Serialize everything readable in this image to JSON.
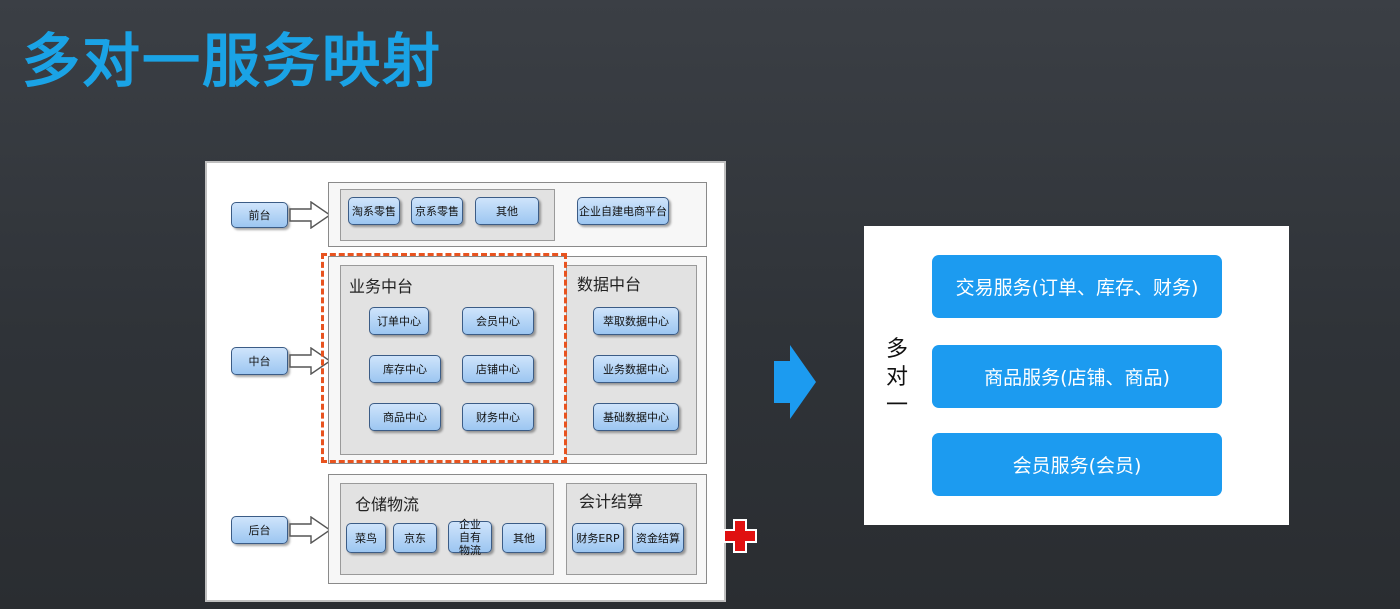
{
  "slide_title": "多对一服务映射",
  "diagram": {
    "layers": {
      "front": "前台",
      "middle": "中台",
      "back": "后台"
    },
    "front_chips": [
      "淘系零售",
      "京系零售",
      "其他",
      "企业自建电商平台"
    ],
    "business_center": {
      "title": "业务中台",
      "chips": [
        "订单中心",
        "会员中心",
        "库存中心",
        "店铺中心",
        "商品中心",
        "财务中心"
      ]
    },
    "data_center": {
      "title": "数据中台",
      "chips": [
        "萃取数据中心",
        "业务数据中心",
        "基础数据中心"
      ]
    },
    "logistics": {
      "title": "仓储物流",
      "chips": [
        "菜鸟",
        "京东",
        "企业自有物流",
        "其他"
      ]
    },
    "accounting": {
      "title": "会计结算",
      "chips": [
        "财务ERP",
        "资金结算"
      ]
    },
    "colors": {
      "highlight_dash": "#e8531f",
      "arrow": "#1c9bf0",
      "service_fill": "#1c9bf0"
    }
  },
  "mapping": {
    "vertical_label": [
      "多",
      "对",
      "一"
    ],
    "services": [
      "交易服务(订单、库存、财务)",
      "商品服务(店铺、商品)",
      "会员服务(会员)"
    ]
  }
}
